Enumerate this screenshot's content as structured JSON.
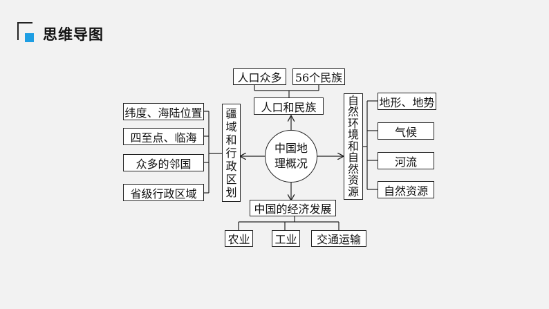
{
  "header": {
    "title": "思维导图"
  },
  "center": {
    "line1": "中国地",
    "line2": "理概况"
  },
  "top": {
    "title": "人口和民族",
    "items": [
      "人口众多",
      "56个民族"
    ]
  },
  "left": {
    "title_chars": [
      "疆",
      "域",
      "和",
      "行",
      "政",
      "区",
      "划"
    ],
    "items": [
      "纬度、海陆位置",
      "四至点、临海",
      "众多的邻国",
      "省级行政区域"
    ]
  },
  "right": {
    "title_chars": [
      "自",
      "然",
      "环",
      "境",
      "和",
      "自",
      "然",
      "资",
      "源"
    ],
    "items": [
      "地形、地势",
      "气候",
      "河流",
      "自然资源"
    ]
  },
  "bottom": {
    "title": "中国的经济发展",
    "items": [
      "农业",
      "工业",
      "交通运输"
    ]
  },
  "colors": {
    "accent": "#1e9ee3",
    "line": "#222222"
  }
}
